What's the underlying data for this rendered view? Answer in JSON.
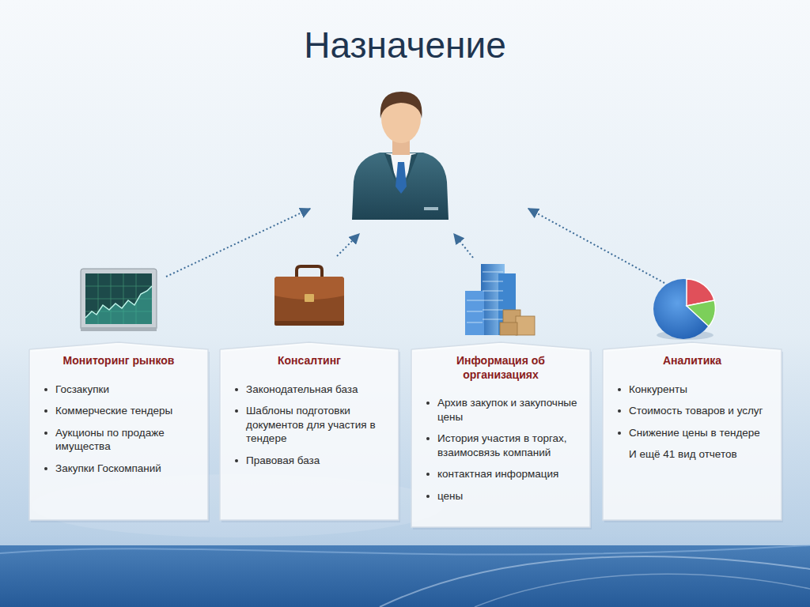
{
  "diagram": {
    "title": "Назначение",
    "nodes": [
      {
        "text": [
          "Мониторинг рынков",
          "Госзакупки",
          "Коммерческие тендеры",
          "Аукционы по продаже имущества",
          "Закупки Госкомпаний"
        ]
      },
      {
        "text": [
          "Консалтинг",
          "Законодательная база",
          "Шаблоны подготовки документов для участия в тендере",
          "Правовая база"
        ]
      },
      {
        "text": [
          "Информация об организациях",
          "Архив закупок и закупочные цены",
          "История участия в торгах, взаимосвязь компаний",
          "контактная информация",
          "цены"
        ]
      },
      {
        "text": [
          "Аналитика",
          "Конкуренты",
          "Стоимость товаров и услуг",
          "Снижение цены в тендере",
          "И ещё 41 вид отчетов"
        ]
      }
    ]
  }
}
